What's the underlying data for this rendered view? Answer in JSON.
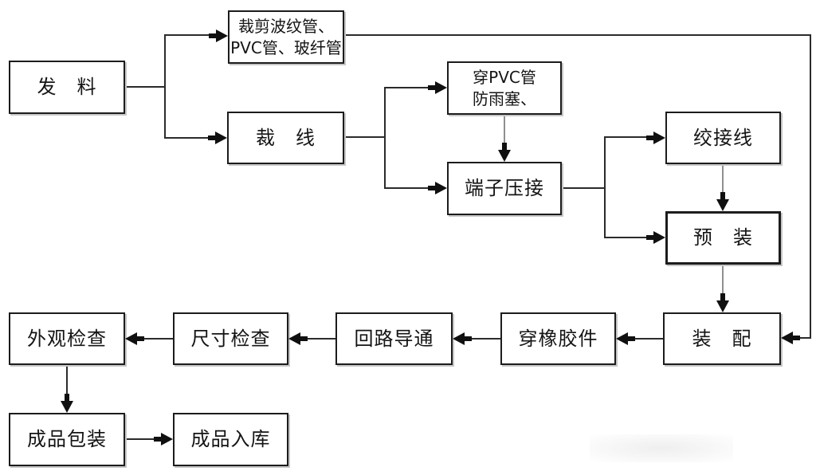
{
  "diagram": {
    "type": "flowchart",
    "language": "zh-CN",
    "colors": {
      "background": "#ffffff",
      "box_border": "#1c1c1c",
      "line": "#2b2b2b",
      "arrowhead": "#101010",
      "text": "#141414"
    },
    "nodes": [
      {
        "id": "fa-liao",
        "label": "发　料"
      },
      {
        "id": "cut-tubes",
        "label": "裁剪波纹管、\nPVC管、玻纤管"
      },
      {
        "id": "cut-wire",
        "label": "裁　线"
      },
      {
        "id": "thread-pvc-rain-plug",
        "label": "穿PVC管\n防雨塞、"
      },
      {
        "id": "terminal-crimp",
        "label": "端子压接"
      },
      {
        "id": "twist-wire",
        "label": "绞接线"
      },
      {
        "id": "pre-assembly",
        "label": "预　装"
      },
      {
        "id": "assembly",
        "label": "装　配"
      },
      {
        "id": "thread-rubber-parts",
        "label": "穿橡胶件"
      },
      {
        "id": "circuit-continuity",
        "label": "回路导通"
      },
      {
        "id": "dimension-check",
        "label": "尺寸检查"
      },
      {
        "id": "appearance-check",
        "label": "外观检查"
      },
      {
        "id": "finished-packaging",
        "label": "成品包装"
      },
      {
        "id": "finished-warehousing",
        "label": "成品入库"
      }
    ],
    "edges": [
      {
        "from": "fa-liao",
        "to": "cut-tubes"
      },
      {
        "from": "fa-liao",
        "to": "cut-wire"
      },
      {
        "from": "cut-tubes",
        "to": "assembly"
      },
      {
        "from": "cut-wire",
        "to": "thread-pvc-rain-plug"
      },
      {
        "from": "cut-wire",
        "to": "terminal-crimp"
      },
      {
        "from": "thread-pvc-rain-plug",
        "to": "terminal-crimp"
      },
      {
        "from": "terminal-crimp",
        "to": "twist-wire"
      },
      {
        "from": "terminal-crimp",
        "to": "pre-assembly"
      },
      {
        "from": "twist-wire",
        "to": "pre-assembly"
      },
      {
        "from": "pre-assembly",
        "to": "assembly"
      },
      {
        "from": "assembly",
        "to": "thread-rubber-parts"
      },
      {
        "from": "thread-rubber-parts",
        "to": "circuit-continuity"
      },
      {
        "from": "circuit-continuity",
        "to": "dimension-check"
      },
      {
        "from": "dimension-check",
        "to": "appearance-check"
      },
      {
        "from": "appearance-check",
        "to": "finished-packaging"
      },
      {
        "from": "finished-packaging",
        "to": "finished-warehousing"
      }
    ]
  }
}
